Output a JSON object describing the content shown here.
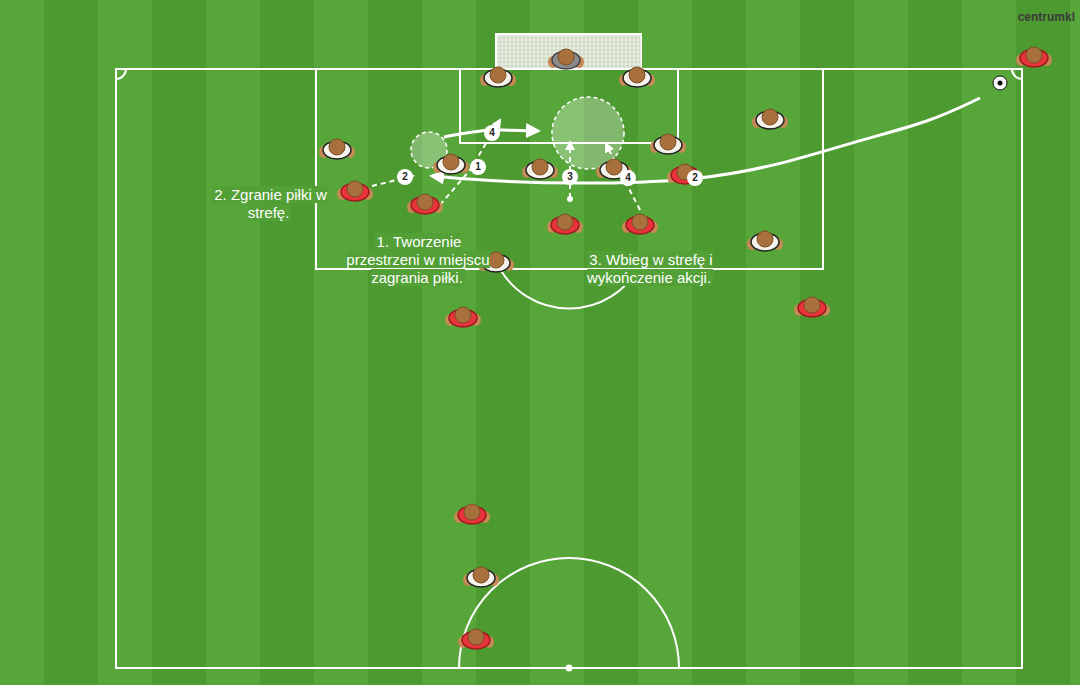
{
  "diagram": {
    "labels": [
      "centrumkl",
      "2. Zgranie piłki w strefę.",
      "1. Tworzenie przestrzeni w miejscu zagrania piłki.",
      "3. Wbieg w strefę i wykończenie akcji.",
      "2",
      "1",
      "4",
      "3",
      "4",
      "2"
    ]
  }
}
